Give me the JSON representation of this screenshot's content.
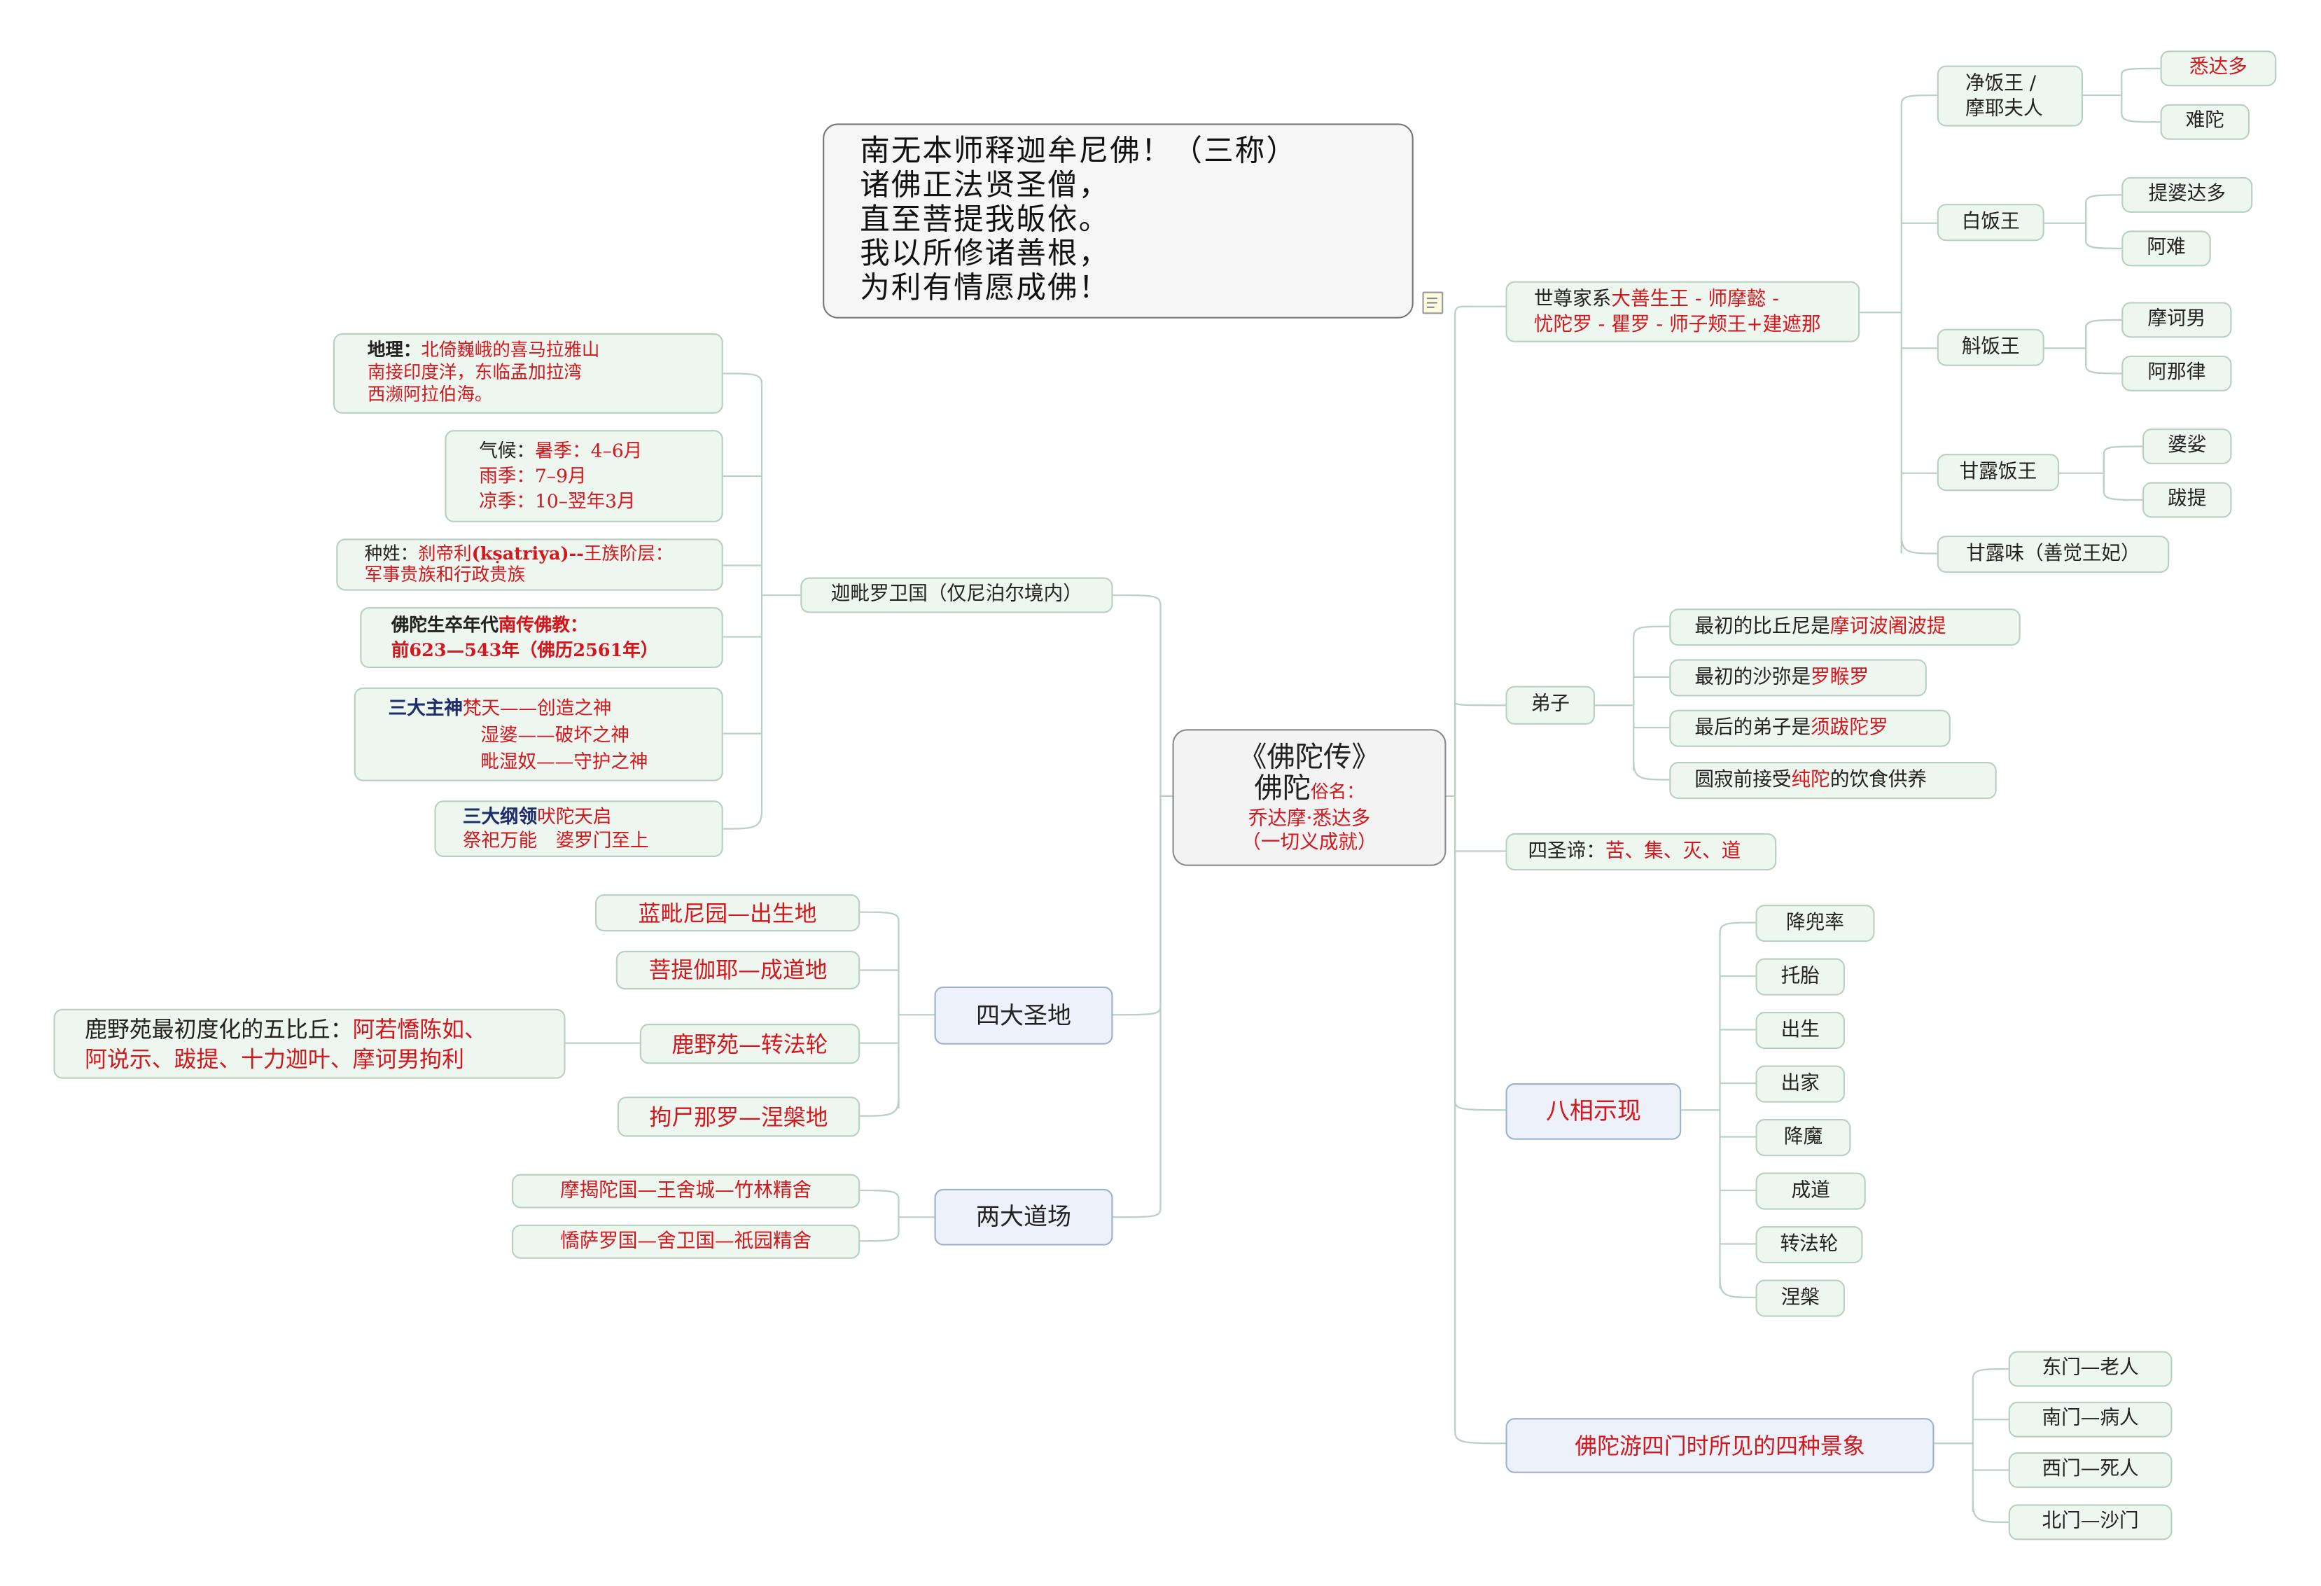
{
  "verse": {
    "lines": [
      "南无本师释迦牟尼佛！（三称）",
      "诸佛正法贤圣僧，",
      "直至菩提我皈依。",
      "我以所修诸善根，",
      "为利有情愿成佛！"
    ]
  },
  "note_icon": "note-icon",
  "central": {
    "title": "《佛陀传》",
    "name": "佛陀",
    "secular_label": "俗名：",
    "secular_name": "乔达摩·悉达多",
    "meaning": "（一切义成就）"
  },
  "kapilavastu": {
    "label": "迦毗罗卫国（仅尼泊尔境内）",
    "geography": {
      "head": "地理：",
      "line1": "北倚巍峨的喜马拉雅山",
      "line2": "南接印度洋，东临孟加拉湾",
      "line3": "西濒阿拉伯海。"
    },
    "climate": {
      "head": "气候：",
      "line1": "暑季：4–6月",
      "line2": "雨季：7–9月",
      "line3": "凉季：10–翌年3月"
    },
    "caste": {
      "head": "种姓：",
      "name": "刹帝利",
      "roman": "(kṣatriya)--",
      "rank": "王族阶层：",
      "desc": "军事贵族和行政贵族"
    },
    "era": {
      "head": "佛陀生卒年代",
      "tradition": "南传佛教：",
      "years": "前623—543年（佛历2561年）"
    },
    "gods": {
      "head": "三大主神",
      "line1": "梵天——创造之神",
      "line2": "湿婆——破坏之神",
      "line3": "毗湿奴——守护之神"
    },
    "tenets": {
      "head": "三大纲领",
      "part1": "吠陀天启",
      "line2": "祭祀万能　婆罗门至上"
    }
  },
  "holy_sites": {
    "label": "四大圣地",
    "items": [
      "蓝毗尼园—出生地",
      "菩提伽耶—成道地",
      "鹿野苑—转法轮",
      "拘尸那罗—涅槃地"
    ],
    "five_bhikkhus": {
      "prefix": "鹿野苑最初度化的五比丘：",
      "names1": "阿若憍陈如、",
      "names2": "阿说示、跋提、十力迦叶、摩诃男拘利"
    }
  },
  "monasteries": {
    "label": "两大道场",
    "items": [
      "摩揭陀国—王舍城—竹林精舍",
      "憍萨罗国—舍卫国—祇园精舍"
    ]
  },
  "lineage": {
    "label_prefix": "世尊家系",
    "label_red1": "大善生王 - 师摩懿 -",
    "label_red2": "忧陀罗 - 瞿罗 - 师子颊王+建遮那",
    "kings": [
      {
        "name1": "净饭王 /",
        "name2": "摩耶夫人",
        "children": [
          "悉达多",
          "难陀"
        ]
      },
      {
        "name1": "白饭王",
        "children": [
          "提婆达多",
          "阿难"
        ]
      },
      {
        "name1": "斛饭王",
        "children": [
          "摩诃男",
          "阿那律"
        ]
      },
      {
        "name1": "甘露饭王",
        "children": [
          "婆娑",
          "跋提"
        ]
      }
    ],
    "last": "甘露味（善觉王妃）"
  },
  "disciples": {
    "label": "弟子",
    "items": [
      {
        "prefix": "最初的比丘尼是",
        "red": "摩诃波阇波提",
        "suffix": ""
      },
      {
        "prefix": "最初的沙弥是",
        "red": "罗睺罗",
        "suffix": ""
      },
      {
        "prefix": "最后的弟子是",
        "red": "须跋陀罗",
        "suffix": ""
      },
      {
        "prefix": "圆寂前接受",
        "red": "纯陀",
        "suffix": "的饮食供养"
      }
    ]
  },
  "four_truths": {
    "prefix": "四圣谛：",
    "red": "苦、集、灭、道"
  },
  "eight_aspects": {
    "label": "八相示现",
    "items": [
      "降兜率",
      "托胎",
      "出生",
      "出家",
      "降魔",
      "成道",
      "转法轮",
      "涅槃"
    ]
  },
  "four_gates": {
    "label": "佛陀游四门时所见的四种景象",
    "items": [
      "东门—老人",
      "南门—病人",
      "西门—死人",
      "北门—沙门"
    ]
  },
  "colors": {
    "accent_red": "#d3171d",
    "node_fill": "#eef6f0",
    "node_border": "#b7d0c1",
    "link": "#b9d2c3",
    "navy": "#1f2d6b"
  }
}
